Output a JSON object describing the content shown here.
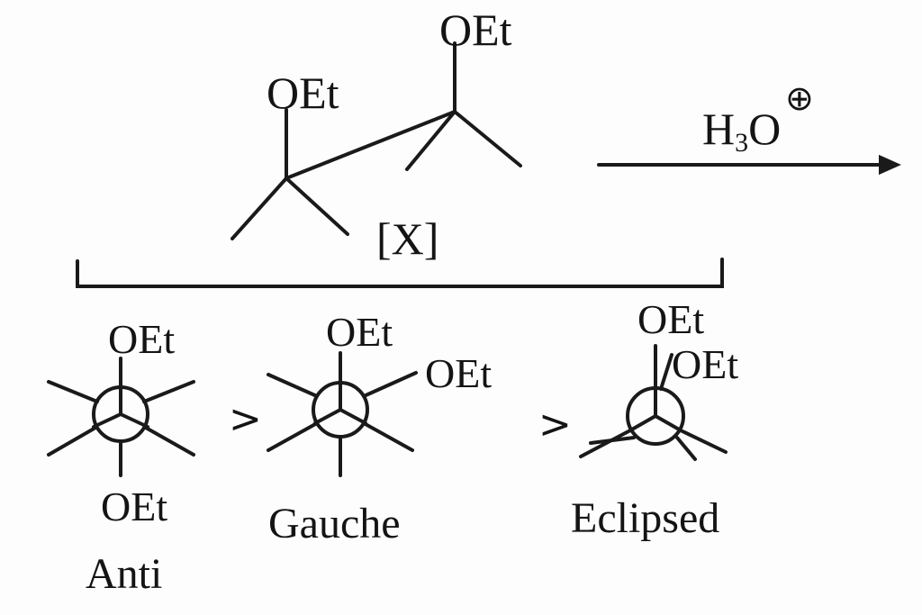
{
  "molecule": {
    "group_top_right": "OEt",
    "group_top_left": "OEt",
    "name": "[X]"
  },
  "reagent": {
    "prefix": "H",
    "subscript": "3",
    "suffix": "O",
    "charge_symbol": "⊕"
  },
  "newman": {
    "anti": {
      "front_group": "OEt",
      "back_group": "OEt",
      "caption": "Anti"
    },
    "gauche": {
      "front_group": "OEt",
      "back_group": "OEt",
      "caption": "Gauche"
    },
    "eclipsed": {
      "front_group": "OEt",
      "back_group": "OEt",
      "caption": "Eclipsed"
    },
    "comparison_1": ">",
    "comparison_2": ">"
  },
  "colors": {
    "ink": "#1a1a1a",
    "background": "#fdfdfd"
  }
}
